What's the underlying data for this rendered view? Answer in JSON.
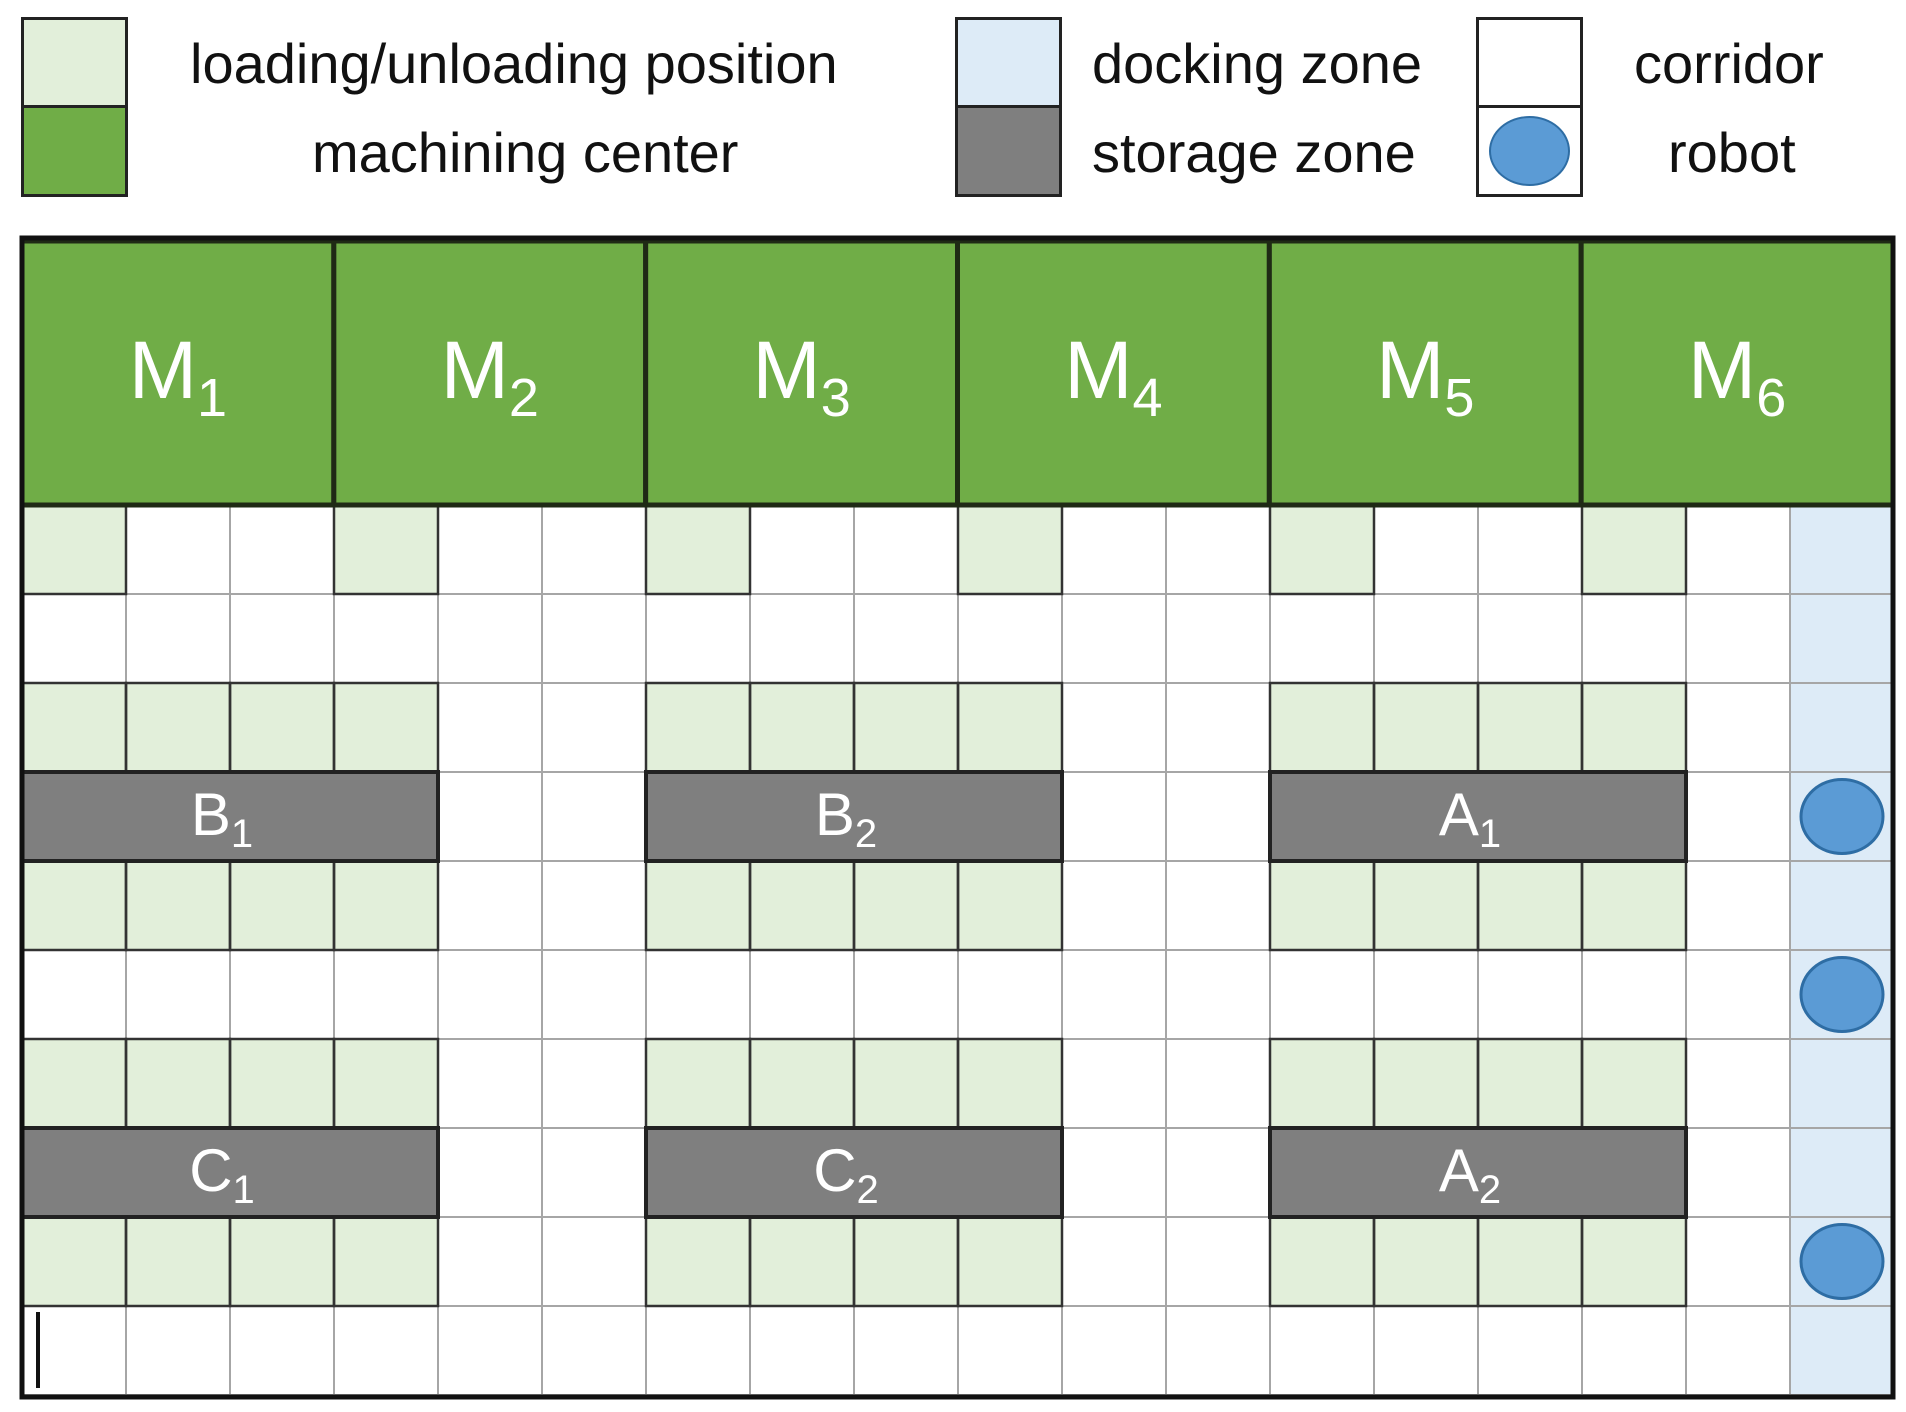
{
  "legend": {
    "loading": {
      "label": "loading/unloading position",
      "color": "#e2efda"
    },
    "machining": {
      "label": "machining center",
      "color": "#70ad47"
    },
    "docking": {
      "label": "docking zone",
      "color": "#ddebf7"
    },
    "storage": {
      "label": "storage zone",
      "color": "#7f7f7f"
    },
    "corridor": {
      "label": "corridor",
      "color": "#ffffff"
    },
    "robot": {
      "label": "robot",
      "color": "#5b9bd5"
    }
  },
  "machines": [
    {
      "base": "M",
      "sub": "1"
    },
    {
      "base": "M",
      "sub": "2"
    },
    {
      "base": "M",
      "sub": "3"
    },
    {
      "base": "M",
      "sub": "4"
    },
    {
      "base": "M",
      "sub": "5"
    },
    {
      "base": "M",
      "sub": "6"
    }
  ],
  "storage": [
    {
      "base": "B",
      "sub": "1",
      "row": 4,
      "col": 1
    },
    {
      "base": "B",
      "sub": "2",
      "row": 4,
      "col": 7
    },
    {
      "base": "A",
      "sub": "1",
      "row": 4,
      "col": 13
    },
    {
      "base": "C",
      "sub": "1",
      "row": 8,
      "col": 1
    },
    {
      "base": "C",
      "sub": "2",
      "row": 8,
      "col": 7
    },
    {
      "base": "A",
      "sub": "2",
      "row": 8,
      "col": 13
    }
  ],
  "grid": {
    "rows": 10,
    "cols": 18,
    "loading_cells": [
      [
        1,
        1
      ],
      [
        1,
        4
      ],
      [
        1,
        7
      ],
      [
        1,
        10
      ],
      [
        1,
        13
      ],
      [
        1,
        16
      ],
      [
        3,
        1
      ],
      [
        3,
        2
      ],
      [
        3,
        3
      ],
      [
        3,
        4
      ],
      [
        3,
        7
      ],
      [
        3,
        8
      ],
      [
        3,
        9
      ],
      [
        3,
        10
      ],
      [
        3,
        13
      ],
      [
        3,
        14
      ],
      [
        3,
        15
      ],
      [
        3,
        16
      ],
      [
        5,
        1
      ],
      [
        5,
        2
      ],
      [
        5,
        3
      ],
      [
        5,
        4
      ],
      [
        5,
        7
      ],
      [
        5,
        8
      ],
      [
        5,
        9
      ],
      [
        5,
        10
      ],
      [
        5,
        13
      ],
      [
        5,
        14
      ],
      [
        5,
        15
      ],
      [
        5,
        16
      ],
      [
        7,
        1
      ],
      [
        7,
        2
      ],
      [
        7,
        3
      ],
      [
        7,
        4
      ],
      [
        7,
        7
      ],
      [
        7,
        8
      ],
      [
        7,
        9
      ],
      [
        7,
        10
      ],
      [
        7,
        13
      ],
      [
        7,
        14
      ],
      [
        7,
        15
      ],
      [
        7,
        16
      ],
      [
        9,
        1
      ],
      [
        9,
        2
      ],
      [
        9,
        3
      ],
      [
        9,
        4
      ],
      [
        9,
        7
      ],
      [
        9,
        8
      ],
      [
        9,
        9
      ],
      [
        9,
        10
      ],
      [
        9,
        13
      ],
      [
        9,
        14
      ],
      [
        9,
        15
      ],
      [
        9,
        16
      ]
    ],
    "docking_column": 18,
    "robot_rows": [
      4,
      6,
      9
    ]
  }
}
